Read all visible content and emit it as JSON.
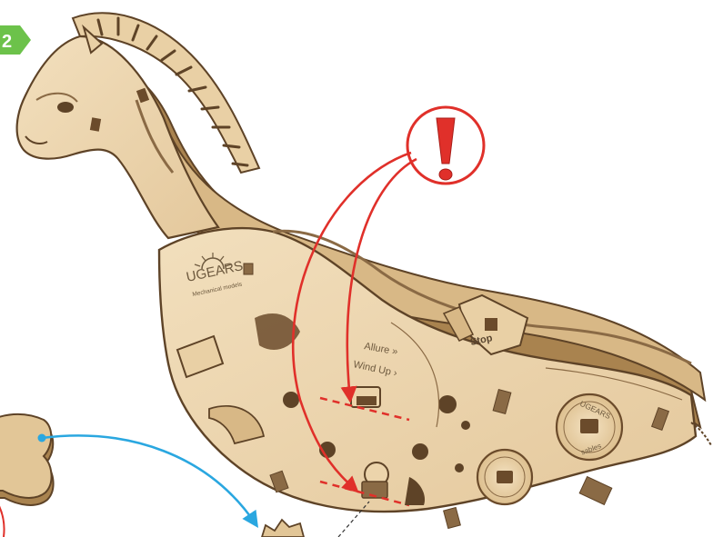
{
  "step": {
    "number": "2"
  },
  "engravings": {
    "brand_side": "UGEARS",
    "subtitle_side": "Mechanical models",
    "allure_label": "Allure »",
    "windup_label": "Wind Up ›",
    "stop_label": "Stop",
    "dial_brand": "UGEARS",
    "dial_caption": "sables"
  },
  "colors": {
    "wood_light": "#efd9b4",
    "wood_mid": "#e2c697",
    "wood_edge": "#8a6a45",
    "wood_dark_edge": "#5e4327",
    "warning_red": "#e0302a",
    "callout_blue": "#2aa7e0",
    "badge_green": "#6cc24a"
  },
  "icons": {
    "warning": "exclamation-icon"
  }
}
